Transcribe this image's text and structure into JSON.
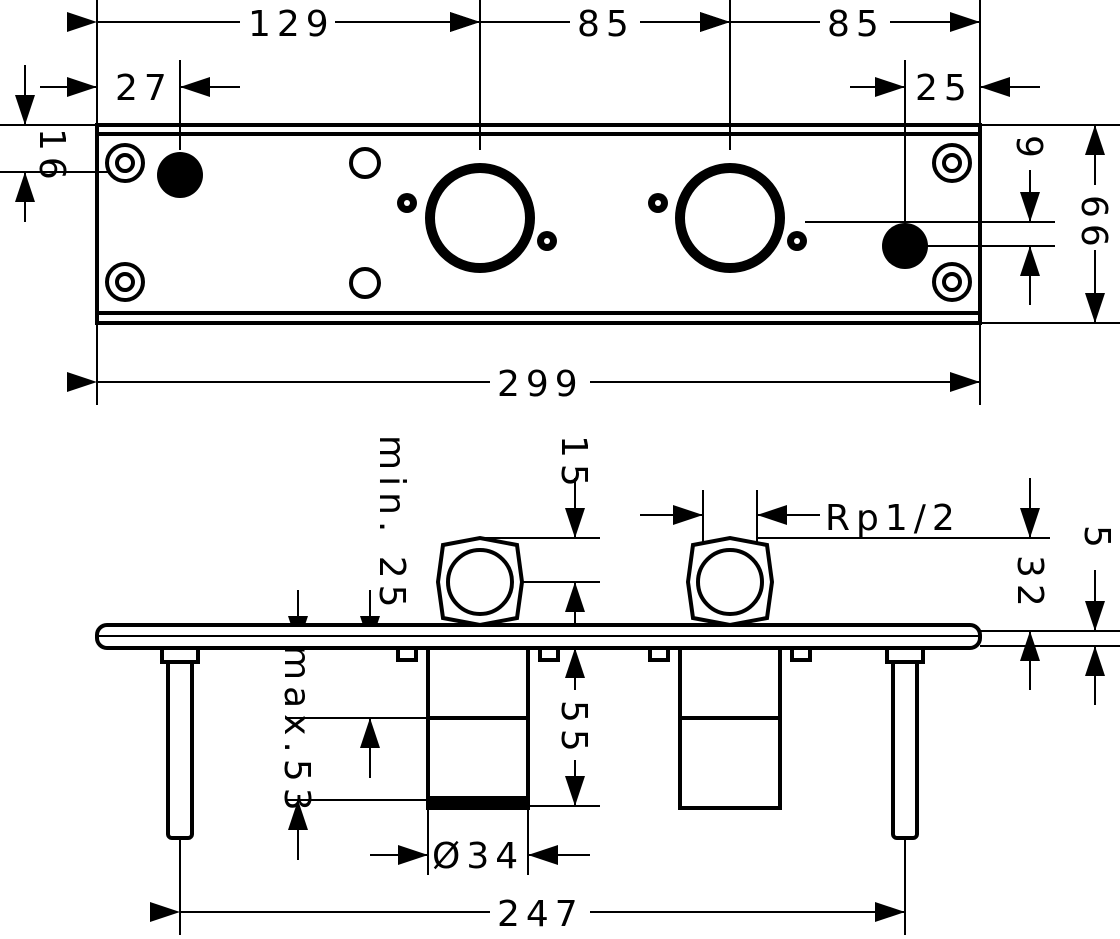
{
  "title": "Mounting dimensions drawing",
  "top_view": {
    "dim_left_to_valve1": "129",
    "dim_valve1_to_valve2": "85",
    "dim_valve2_to_right": "85",
    "dim_left_hole": "27",
    "dim_right_hole": "25",
    "dim_top_hole": "16",
    "dim_hole_offset": "9",
    "dim_height": "66",
    "dim_total_width": "299"
  },
  "side_view": {
    "dim_min": "min. 25",
    "dim_nut_top": "15",
    "dim_thread": "Rp1/2",
    "dim_plate": "5",
    "dim_nut_height": "32",
    "dim_max": "max.53",
    "dim_body": "55",
    "dim_diameter": "Ø34",
    "dim_post_spacing": "247"
  }
}
